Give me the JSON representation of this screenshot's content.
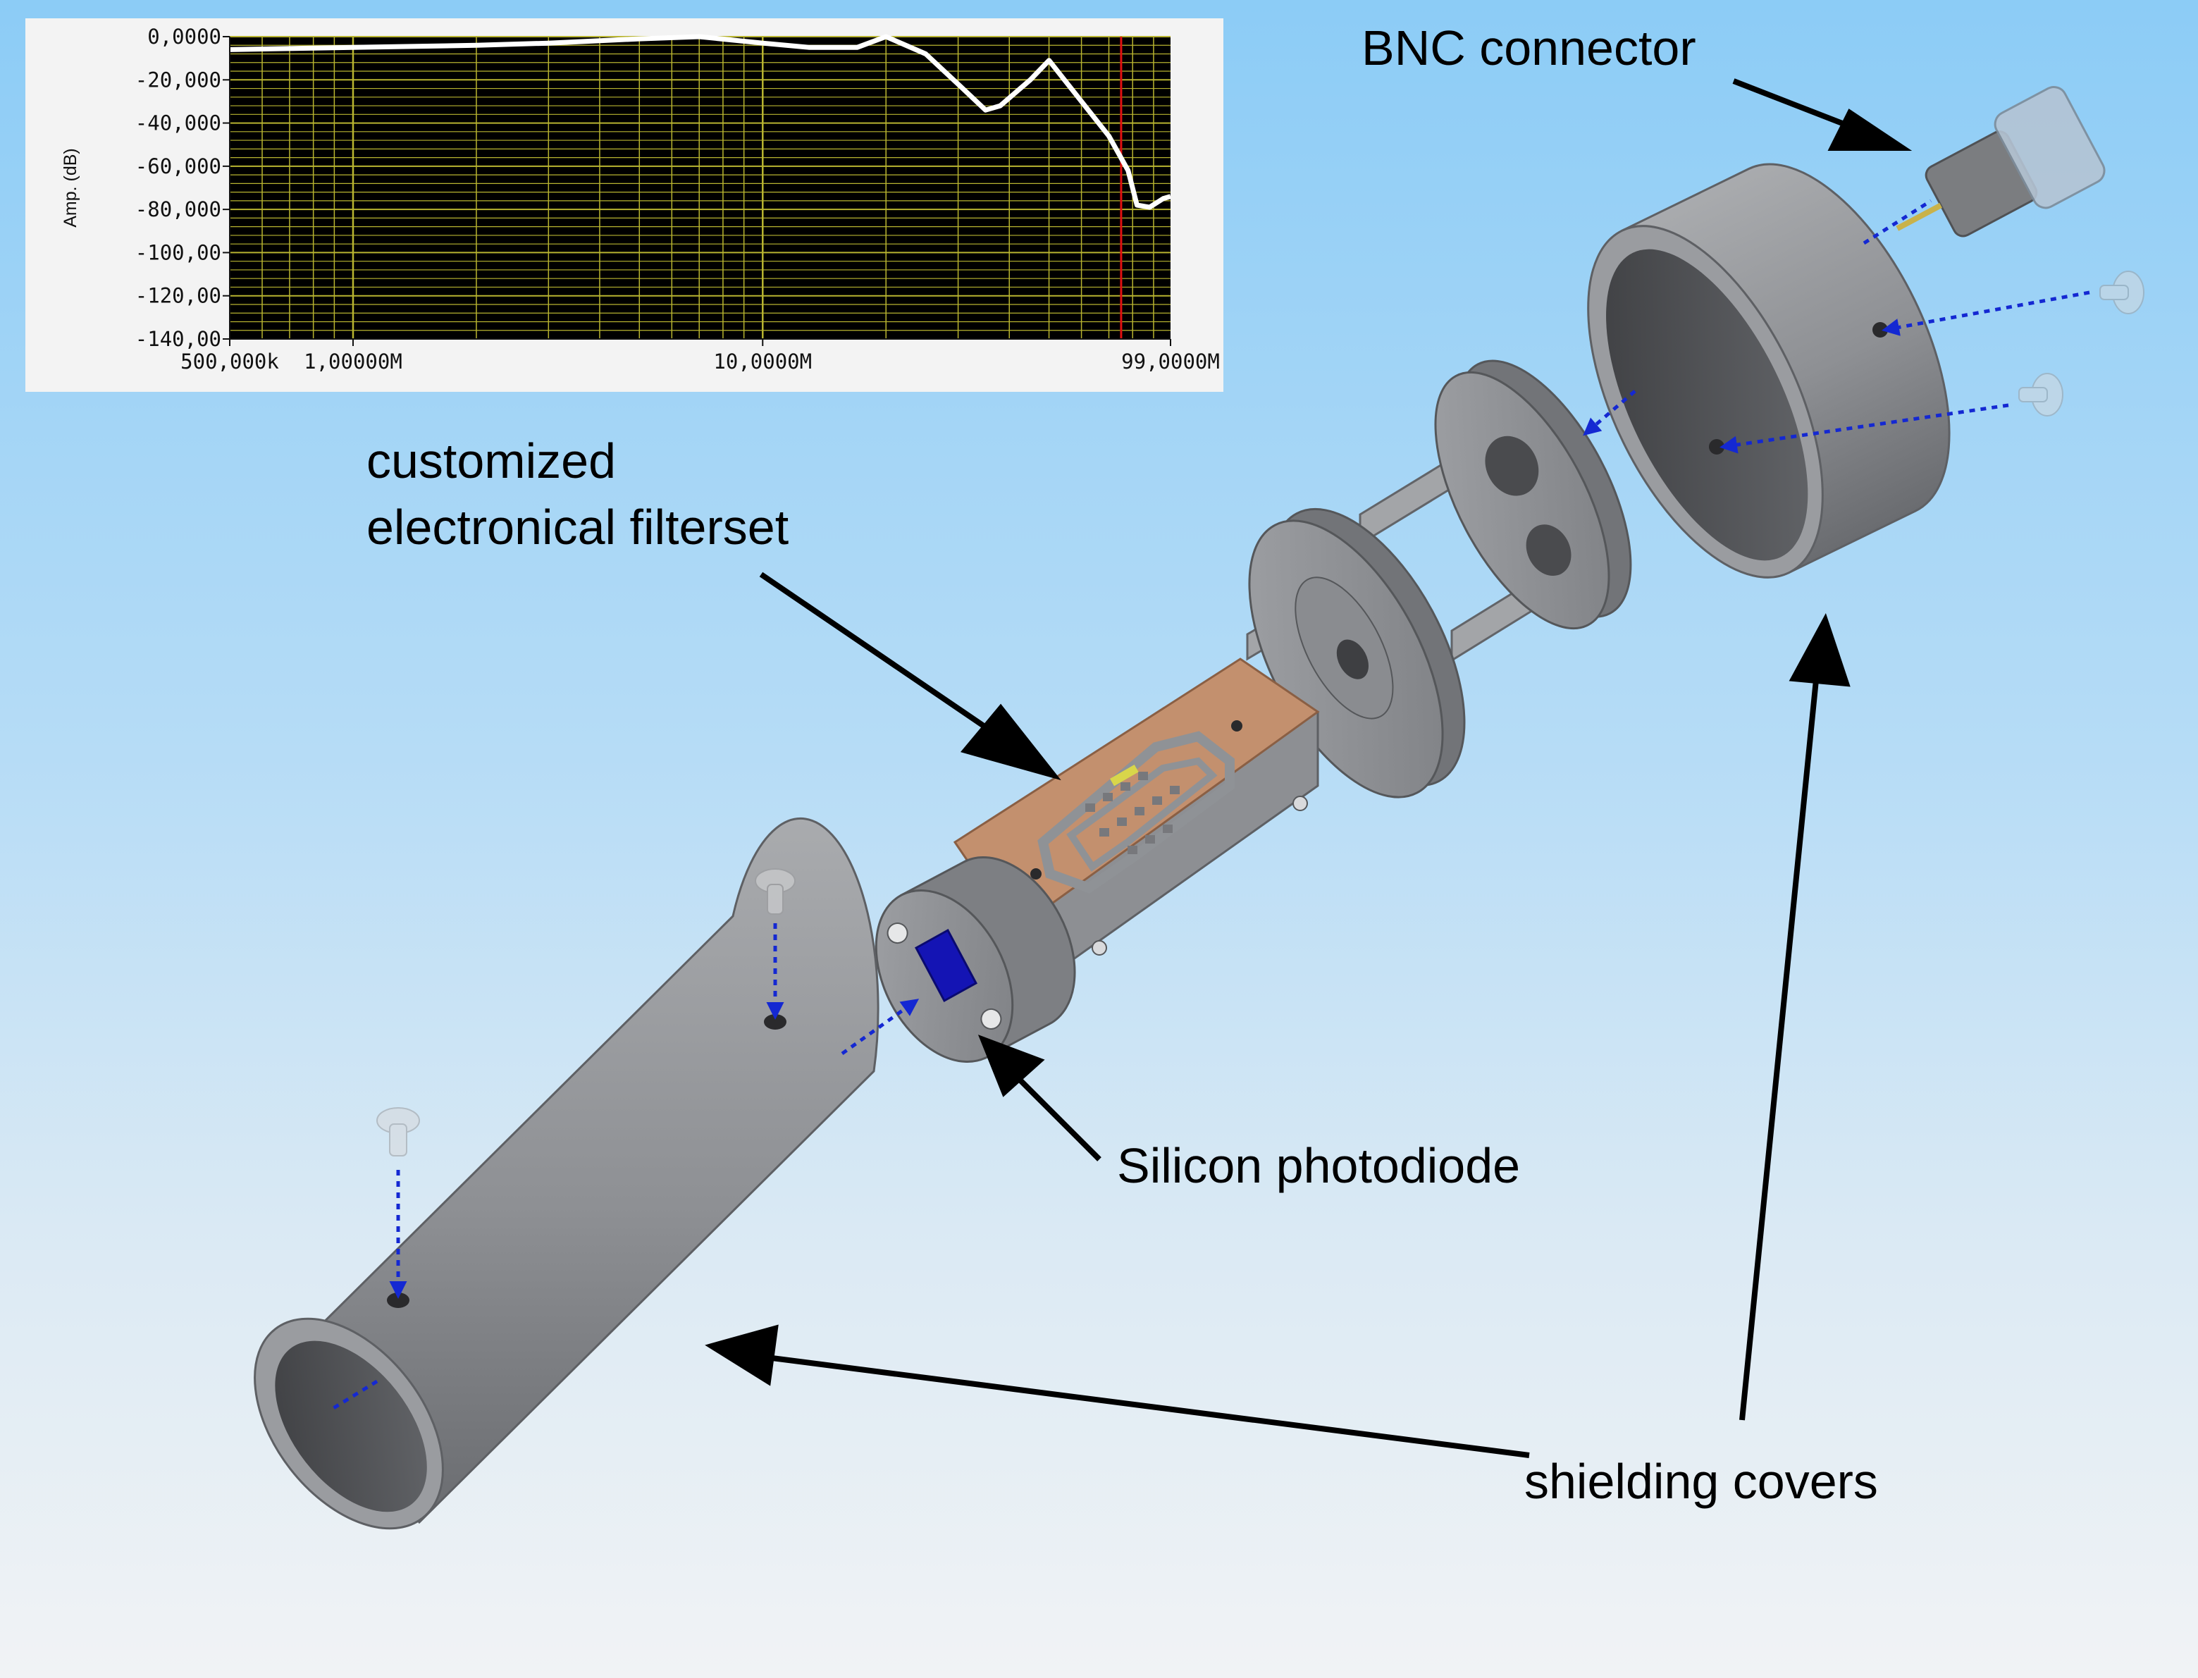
{
  "labels": {
    "bnc_connector": "BNC connector",
    "filterset_line1": "customized",
    "filterset_line2": "electronical filterset",
    "photodiode": "Silicon photodiode",
    "shielding_covers": "shielding covers"
  },
  "colors": {
    "background_top": "#8cccf6",
    "background_bottom": "#f1f3f5",
    "metal": "#8d8f93",
    "pcb": "#c3906e",
    "photodiode": "#1414b4",
    "assembly_arrow": "#1428d2",
    "chart_background": "#000000",
    "chart_grid": "#b8b430",
    "chart_trace": "#ffffff",
    "chart_marker": "#e01010"
  },
  "chart_data": {
    "type": "line",
    "title": "",
    "xlabel": "",
    "ylabel": "Amp. (dB)",
    "xscale": "log",
    "xlim": [
      0.5,
      99
    ],
    "ylim": [
      -140,
      0
    ],
    "grid": true,
    "legend": "none",
    "x_ticks": [
      {
        "value": 0.5,
        "label": "500,000k"
      },
      {
        "value": 1,
        "label": "1,00000M"
      },
      {
        "value": 10,
        "label": "10,0000M"
      },
      {
        "value": 99,
        "label": "99,0000M"
      }
    ],
    "y_ticks": [
      {
        "value": 0,
        "label": "0,0000"
      },
      {
        "value": -20,
        "label": "-20,000"
      },
      {
        "value": -40,
        "label": "-40,000"
      },
      {
        "value": -60,
        "label": "-60,000"
      },
      {
        "value": -80,
        "label": "-80,000"
      },
      {
        "value": -100,
        "label": "-100,00"
      },
      {
        "value": -120,
        "label": "-120,00"
      },
      {
        "value": -140,
        "label": "-140,00"
      }
    ],
    "marker_x": 75,
    "series": [
      {
        "x": [
          0.5,
          1,
          2,
          3,
          5,
          7,
          10,
          13,
          17,
          20,
          25,
          30,
          35,
          38,
          45,
          50,
          60,
          70,
          78,
          82,
          88,
          95,
          99
        ],
        "y": [
          -6,
          -5,
          -4,
          -3,
          -1,
          0,
          -3,
          -5,
          -5,
          0,
          -8,
          -22,
          -34,
          -32,
          -20,
          -11,
          -30,
          -46,
          -62,
          -78,
          -79,
          -75,
          -74
        ]
      }
    ]
  }
}
